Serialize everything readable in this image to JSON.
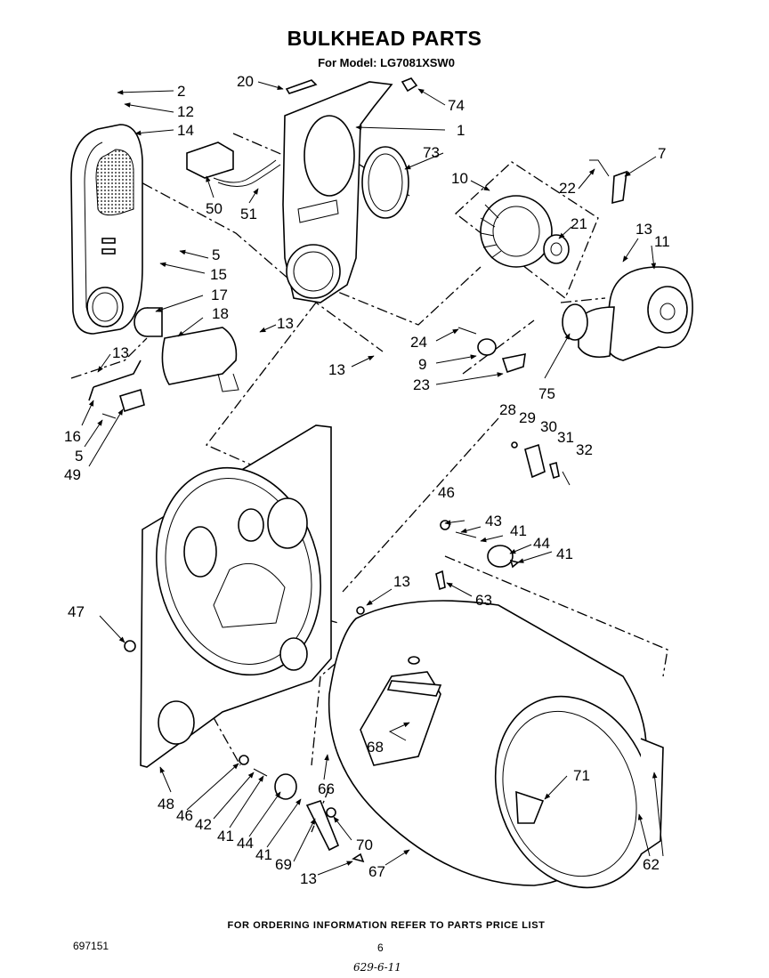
{
  "header": {
    "title": "BULKHEAD PARTS",
    "model": "For Model: LG7081XSW0"
  },
  "parts": [
    {
      "number": "2"
    },
    {
      "number": "12"
    },
    {
      "number": "14"
    },
    {
      "number": "20"
    },
    {
      "number": "1"
    },
    {
      "number": "74"
    },
    {
      "number": "73"
    },
    {
      "number": "7"
    },
    {
      "number": "10"
    },
    {
      "number": "22"
    },
    {
      "number": "21"
    },
    {
      "number": "13"
    },
    {
      "number": "11"
    },
    {
      "number": "50"
    },
    {
      "number": "51"
    },
    {
      "number": "5"
    },
    {
      "number": "15"
    },
    {
      "number": "17"
    },
    {
      "number": "18"
    },
    {
      "number": "13"
    },
    {
      "number": "13"
    },
    {
      "number": "24"
    },
    {
      "number": "9"
    },
    {
      "number": "23"
    },
    {
      "number": "75"
    },
    {
      "number": "13"
    },
    {
      "number": "16"
    },
    {
      "number": "5"
    },
    {
      "number": "49"
    },
    {
      "number": "28"
    },
    {
      "number": "29"
    },
    {
      "number": "30"
    },
    {
      "number": "31"
    },
    {
      "number": "32"
    },
    {
      "number": "46"
    },
    {
      "number": "43"
    },
    {
      "number": "41"
    },
    {
      "number": "44"
    },
    {
      "number": "41"
    },
    {
      "number": "47"
    },
    {
      "number": "13"
    },
    {
      "number": "63"
    },
    {
      "number": "68"
    },
    {
      "number": "71"
    },
    {
      "number": "48"
    },
    {
      "number": "46"
    },
    {
      "number": "42"
    },
    {
      "number": "41"
    },
    {
      "number": "44"
    },
    {
      "number": "41"
    },
    {
      "number": "69"
    },
    {
      "number": "66"
    },
    {
      "number": "70"
    },
    {
      "number": "13"
    },
    {
      "number": "67"
    },
    {
      "number": "62"
    }
  ],
  "footer": {
    "ordering_note": "FOR ORDERING INFORMATION REFER TO PARTS PRICE LIST",
    "doc_number": "697151",
    "page_number": "6",
    "handwritten_code": "629-6-11"
  }
}
